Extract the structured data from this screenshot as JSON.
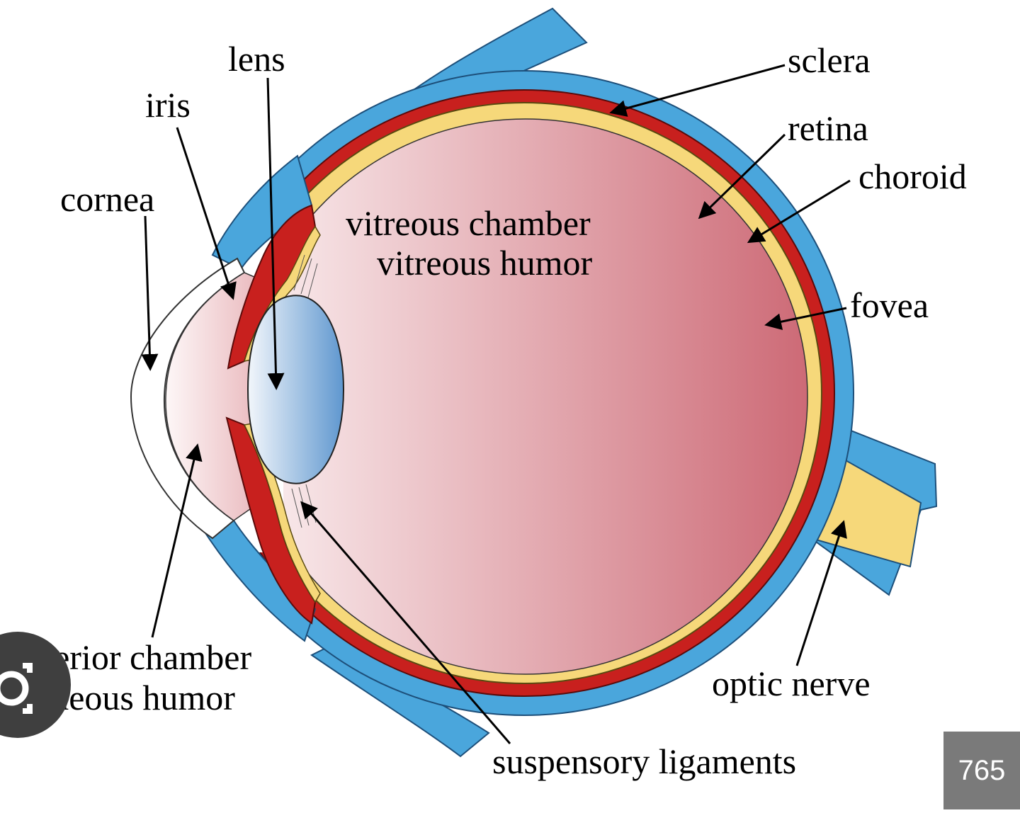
{
  "labels": {
    "lens": "lens",
    "iris": "iris",
    "cornea": "cornea",
    "sclera": "sclera",
    "retina": "retina",
    "choroid": "choroid",
    "fovea": "fovea",
    "vitreous_chamber": "vitreous chamber",
    "vitreous_humor": "vitreous humor",
    "anterior_chamber": "anterior chamber",
    "aqueous_humor": "aqueous humor",
    "suspensory_ligaments": "suspensory ligaments",
    "optic_nerve": "optic nerve"
  },
  "badge": {
    "text": "765"
  },
  "overlay_icon": {
    "name": "visual-search-icon"
  },
  "colors": {
    "sclera": "#4aa6dc",
    "choroid": "#c8201e",
    "retina": "#f6d87a",
    "vitreous_light": "#f8eaeb",
    "vitreous_dark": "#cf6d79",
    "lens_light": "#eef3fa",
    "lens_dark": "#6b9fd1",
    "badge_bg": "#7a7a7a",
    "icon_bg": "#3f3f3f"
  }
}
